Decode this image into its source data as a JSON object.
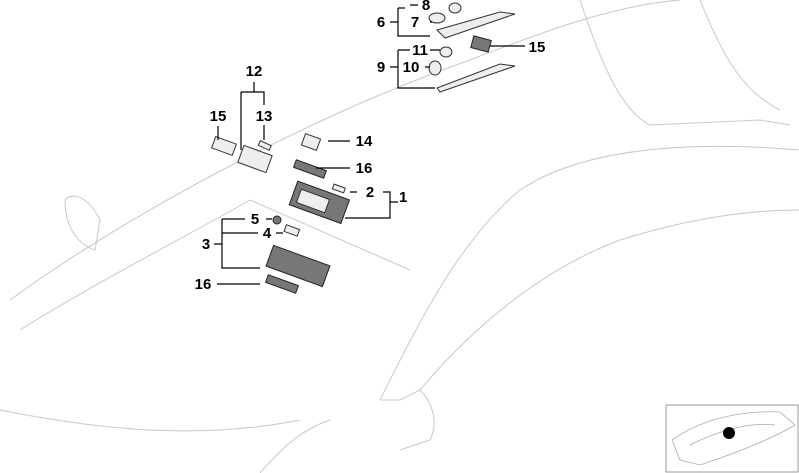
{
  "diagram": {
    "callouts": [
      {
        "id": "1",
        "label": "1"
      },
      {
        "id": "2",
        "label": "2"
      },
      {
        "id": "3",
        "label": "3"
      },
      {
        "id": "4",
        "label": "4"
      },
      {
        "id": "5",
        "label": "5"
      },
      {
        "id": "6",
        "label": "6"
      },
      {
        "id": "7",
        "label": "7"
      },
      {
        "id": "8",
        "label": "8"
      },
      {
        "id": "9",
        "label": "9"
      },
      {
        "id": "10",
        "label": "10"
      },
      {
        "id": "11",
        "label": "11"
      },
      {
        "id": "12",
        "label": "12"
      },
      {
        "id": "13",
        "label": "13"
      },
      {
        "id": "14",
        "label": "14"
      },
      {
        "id": "15a",
        "label": "15"
      },
      {
        "id": "15b",
        "label": "15"
      },
      {
        "id": "16a",
        "label": "16"
      },
      {
        "id": "16b",
        "label": "16"
      }
    ]
  }
}
